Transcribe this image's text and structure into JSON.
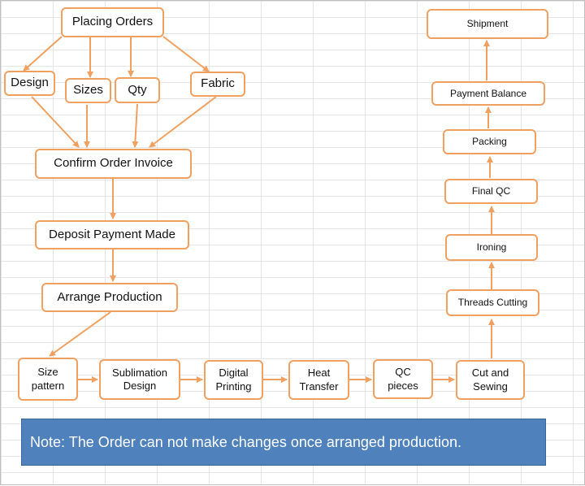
{
  "nodes": {
    "placing_orders": "Placing Orders",
    "design": "Design",
    "sizes": "Sizes",
    "qty": "Qty",
    "fabric": "Fabric",
    "confirm_order": "Confirm Order  Invoice",
    "deposit": "Deposit Payment Made",
    "arrange": "Arrange Production",
    "size_pattern": "Size\npattern",
    "sublimation": "Sublimation\nDesign",
    "digital": "Digital\nPrinting",
    "heat": "Heat\nTransfer",
    "qc_pieces": "QC\npieces",
    "cut_sewing": "Cut and\nSewing",
    "threads": "Threads Cutting",
    "ironing": "Ironing",
    "final_qc": "Final QC",
    "packing": "Packing",
    "payment_balance": "Payment Balance",
    "shipment": "Shipment"
  },
  "note": "Note:  The Order can not make changes once arranged production.",
  "colors": {
    "node_border": "#f0a060",
    "arrow": "#f0a060",
    "note_background": "#4f81bd",
    "note_text": "#ffffff"
  }
}
